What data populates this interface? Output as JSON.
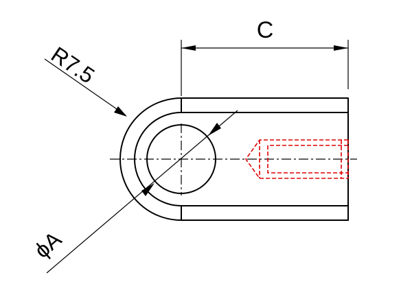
{
  "dimensions": {
    "length_label": "C",
    "radius_label": "R7.5",
    "diameter_label": "ϕA"
  },
  "colors": {
    "outline": "#000000",
    "hidden_thread": "#e00000",
    "background": "#ffffff"
  }
}
